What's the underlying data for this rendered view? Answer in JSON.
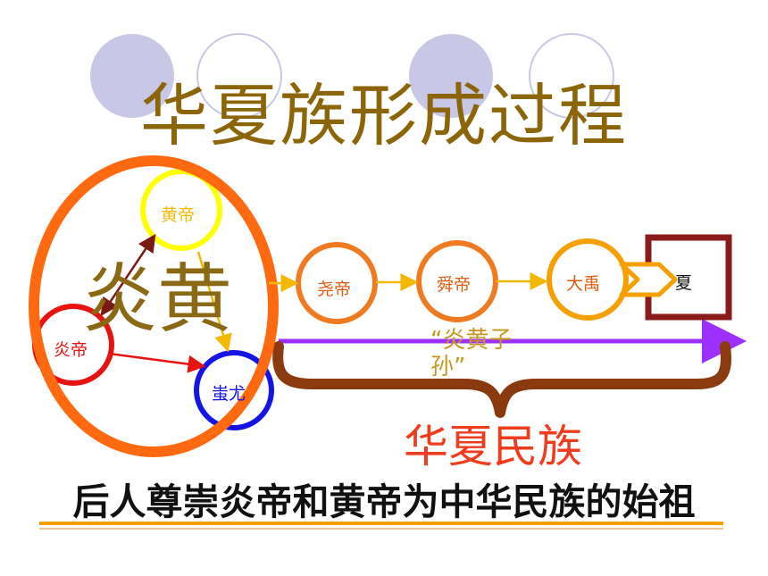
{
  "title": "华夏族形成过程",
  "yanhuang_big": "炎黄",
  "nodes": {
    "huangdi": "黄帝",
    "yandi": "炎帝",
    "chiyou": "蚩尤",
    "yao": "尧帝",
    "shun": "舜帝",
    "yu": "大禹",
    "xia": "夏"
  },
  "descendants_label": "“炎黄子孙”",
  "huaxia_label": "华夏民族",
  "conclusion": "后人尊崇炎帝和黄帝为中华民族的始祖",
  "colors": {
    "title": "#8B6508",
    "huangdi_circle": "#FFFF00",
    "yandi_circle": "#E8120F",
    "chiyou_circle": "#1414E6",
    "big_ellipse": "#FF6A10",
    "timeline_arrow": "#9B30FF",
    "brace": "#8B3A0F",
    "huaxia_text": "#F03C1E"
  }
}
